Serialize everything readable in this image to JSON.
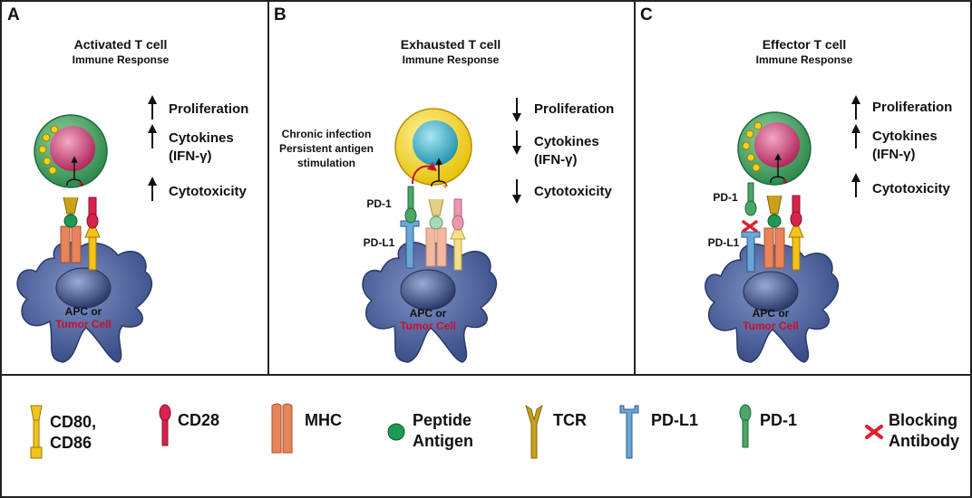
{
  "panels": [
    {
      "letter": "A",
      "title": "Activated T cell",
      "subtitle": "Immune Response",
      "effects": [
        {
          "direction": "up",
          "text": "Proliferation"
        },
        {
          "direction": "up",
          "text": "Cytokines",
          "text2": "(IFN-γ)"
        },
        {
          "direction": "up",
          "text": "Cytotoxicity"
        }
      ],
      "cell_line1": "APC or",
      "cell_line2": "Tumor Cell"
    },
    {
      "letter": "B",
      "title": "Exhausted T cell",
      "subtitle": "Immune Response",
      "side_note": [
        "Chronic infection",
        "Persistent antigen",
        "stimulation"
      ],
      "pd1_label": "PD-1",
      "pdl1_label": "PD-L1",
      "effects": [
        {
          "direction": "down",
          "text": "Proliferation"
        },
        {
          "direction": "down",
          "text": "Cytokines",
          "text2": "(IFN-γ)"
        },
        {
          "direction": "down",
          "text": "Cytotoxicity"
        }
      ],
      "cell_line1": "APC or",
      "cell_line2": "Tumor Cell"
    },
    {
      "letter": "C",
      "title": "Effector  T cell",
      "subtitle": "Immune Response",
      "pd1_label": "PD-1",
      "pdl1_label": "PD-L1",
      "effects": [
        {
          "direction": "up",
          "text": "Proliferation"
        },
        {
          "direction": "up",
          "text": "Cytokines",
          "text2": "(IFN-γ)"
        },
        {
          "direction": "up",
          "text": "Cytotoxicity"
        }
      ],
      "cell_line1": "APC or",
      "cell_line2": "Tumor Cell"
    }
  ],
  "legend": [
    {
      "icon": "cd80-cd86-icon",
      "line1": "CD80,",
      "line2": "CD86"
    },
    {
      "icon": "cd28-icon",
      "line1": "CD28",
      "line2": ""
    },
    {
      "icon": "mhc-icon",
      "line1": "MHC",
      "line2": ""
    },
    {
      "icon": "peptide-antigen-icon",
      "line1": "Peptide",
      "line2": "Antigen"
    },
    {
      "icon": "tcr-icon",
      "line1": "TCR",
      "line2": ""
    },
    {
      "icon": "pd-l1-icon",
      "line1": "PD-L1",
      "line2": ""
    },
    {
      "icon": "pd-1-icon",
      "line1": "PD-1",
      "line2": ""
    },
    {
      "icon": "blocking-antibody-icon",
      "line1": "Blocking",
      "line2": "Antibody"
    }
  ],
  "colors": {
    "apc": "#4a5e9a",
    "t_cell_active": "#4aa766",
    "t_cell_exhausted": "#f3d21a",
    "nucleus_active": "#c23a6e",
    "nucleus_exhausted": "#39a9c0",
    "cd80": "#f2c31a",
    "cd28": "#d8244a",
    "mhc": "#e8845a",
    "antigen": "#1e9a52",
    "tcr": "#c9a21a",
    "pdl1": "#6aa7d8",
    "pd1": "#4aa766",
    "block": "#e0202e",
    "tumor_text": "#c8102e"
  }
}
